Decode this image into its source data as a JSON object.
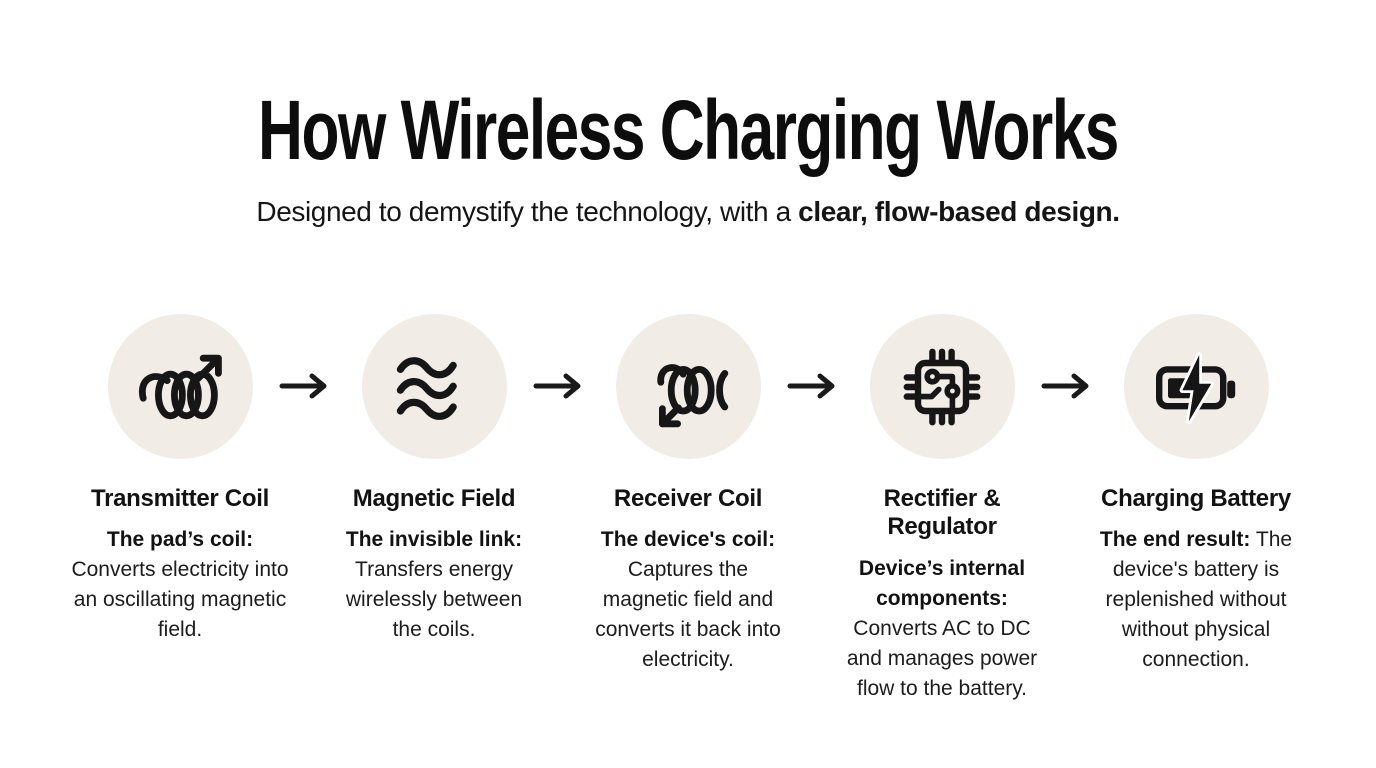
{
  "header": {
    "title": "How Wireless Charging Works",
    "subtitle_regular": "Designed to demystify the technology, with a ",
    "subtitle_bold": "clear, flow-based design."
  },
  "steps": [
    {
      "icon": "transmitter-coil-icon",
      "title": "Transmitter Coil",
      "lead": "The pad’s coil:",
      "body": " Converts electricity into an oscillating magnetic field."
    },
    {
      "icon": "magnetic-field-waves-icon",
      "title": "Magnetic Field",
      "lead": "The invisible link:",
      "body": " Transfers energy wirelessly between the coils."
    },
    {
      "icon": "receiver-coil-icon",
      "title": "Receiver Coil",
      "lead": "The device's coil:",
      "body": " Captures the magnetic field and converts it back into electricity."
    },
    {
      "icon": "rectifier-chip-icon",
      "title": "Rectifier & Regulator",
      "lead": "Device’s internal components:",
      "body": " Converts AC to DC and manages power flow to the battery."
    },
    {
      "icon": "charging-battery-icon",
      "title": "Charging Battery",
      "lead": "The end result:",
      "body": " The device's battery is replenished without without physical connection."
    }
  ],
  "colors": {
    "page-bg": "#ffffff",
    "circle-bg": "#f2ece7",
    "ink": "#121212",
    "arrow": "#1a1a1a"
  }
}
